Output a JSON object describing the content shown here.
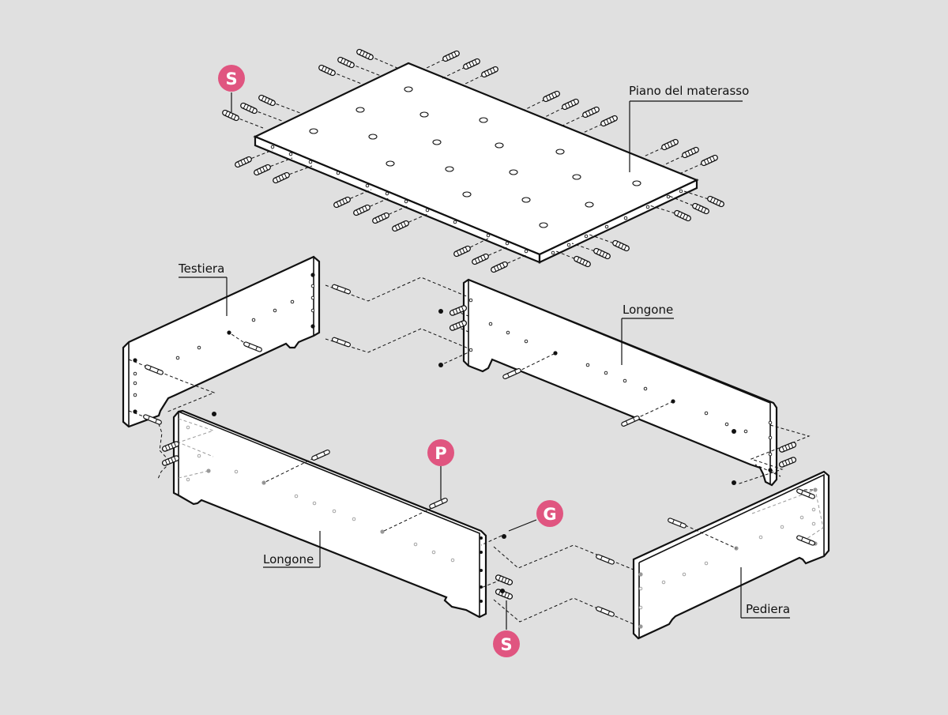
{
  "labels": {
    "mattress_board": "Piano del materasso",
    "headboard": "Testiera",
    "side_rail_right": "Longone",
    "side_rail_left": "Longone",
    "footboard": "Pediera"
  },
  "badges": {
    "screw_top": "S",
    "screw_bottom": "S",
    "pin": "P",
    "grub": "G"
  },
  "colors": {
    "background": "#e0e0e0",
    "badge": "#e05580",
    "outline": "#111111",
    "panel": "#ffffff"
  }
}
